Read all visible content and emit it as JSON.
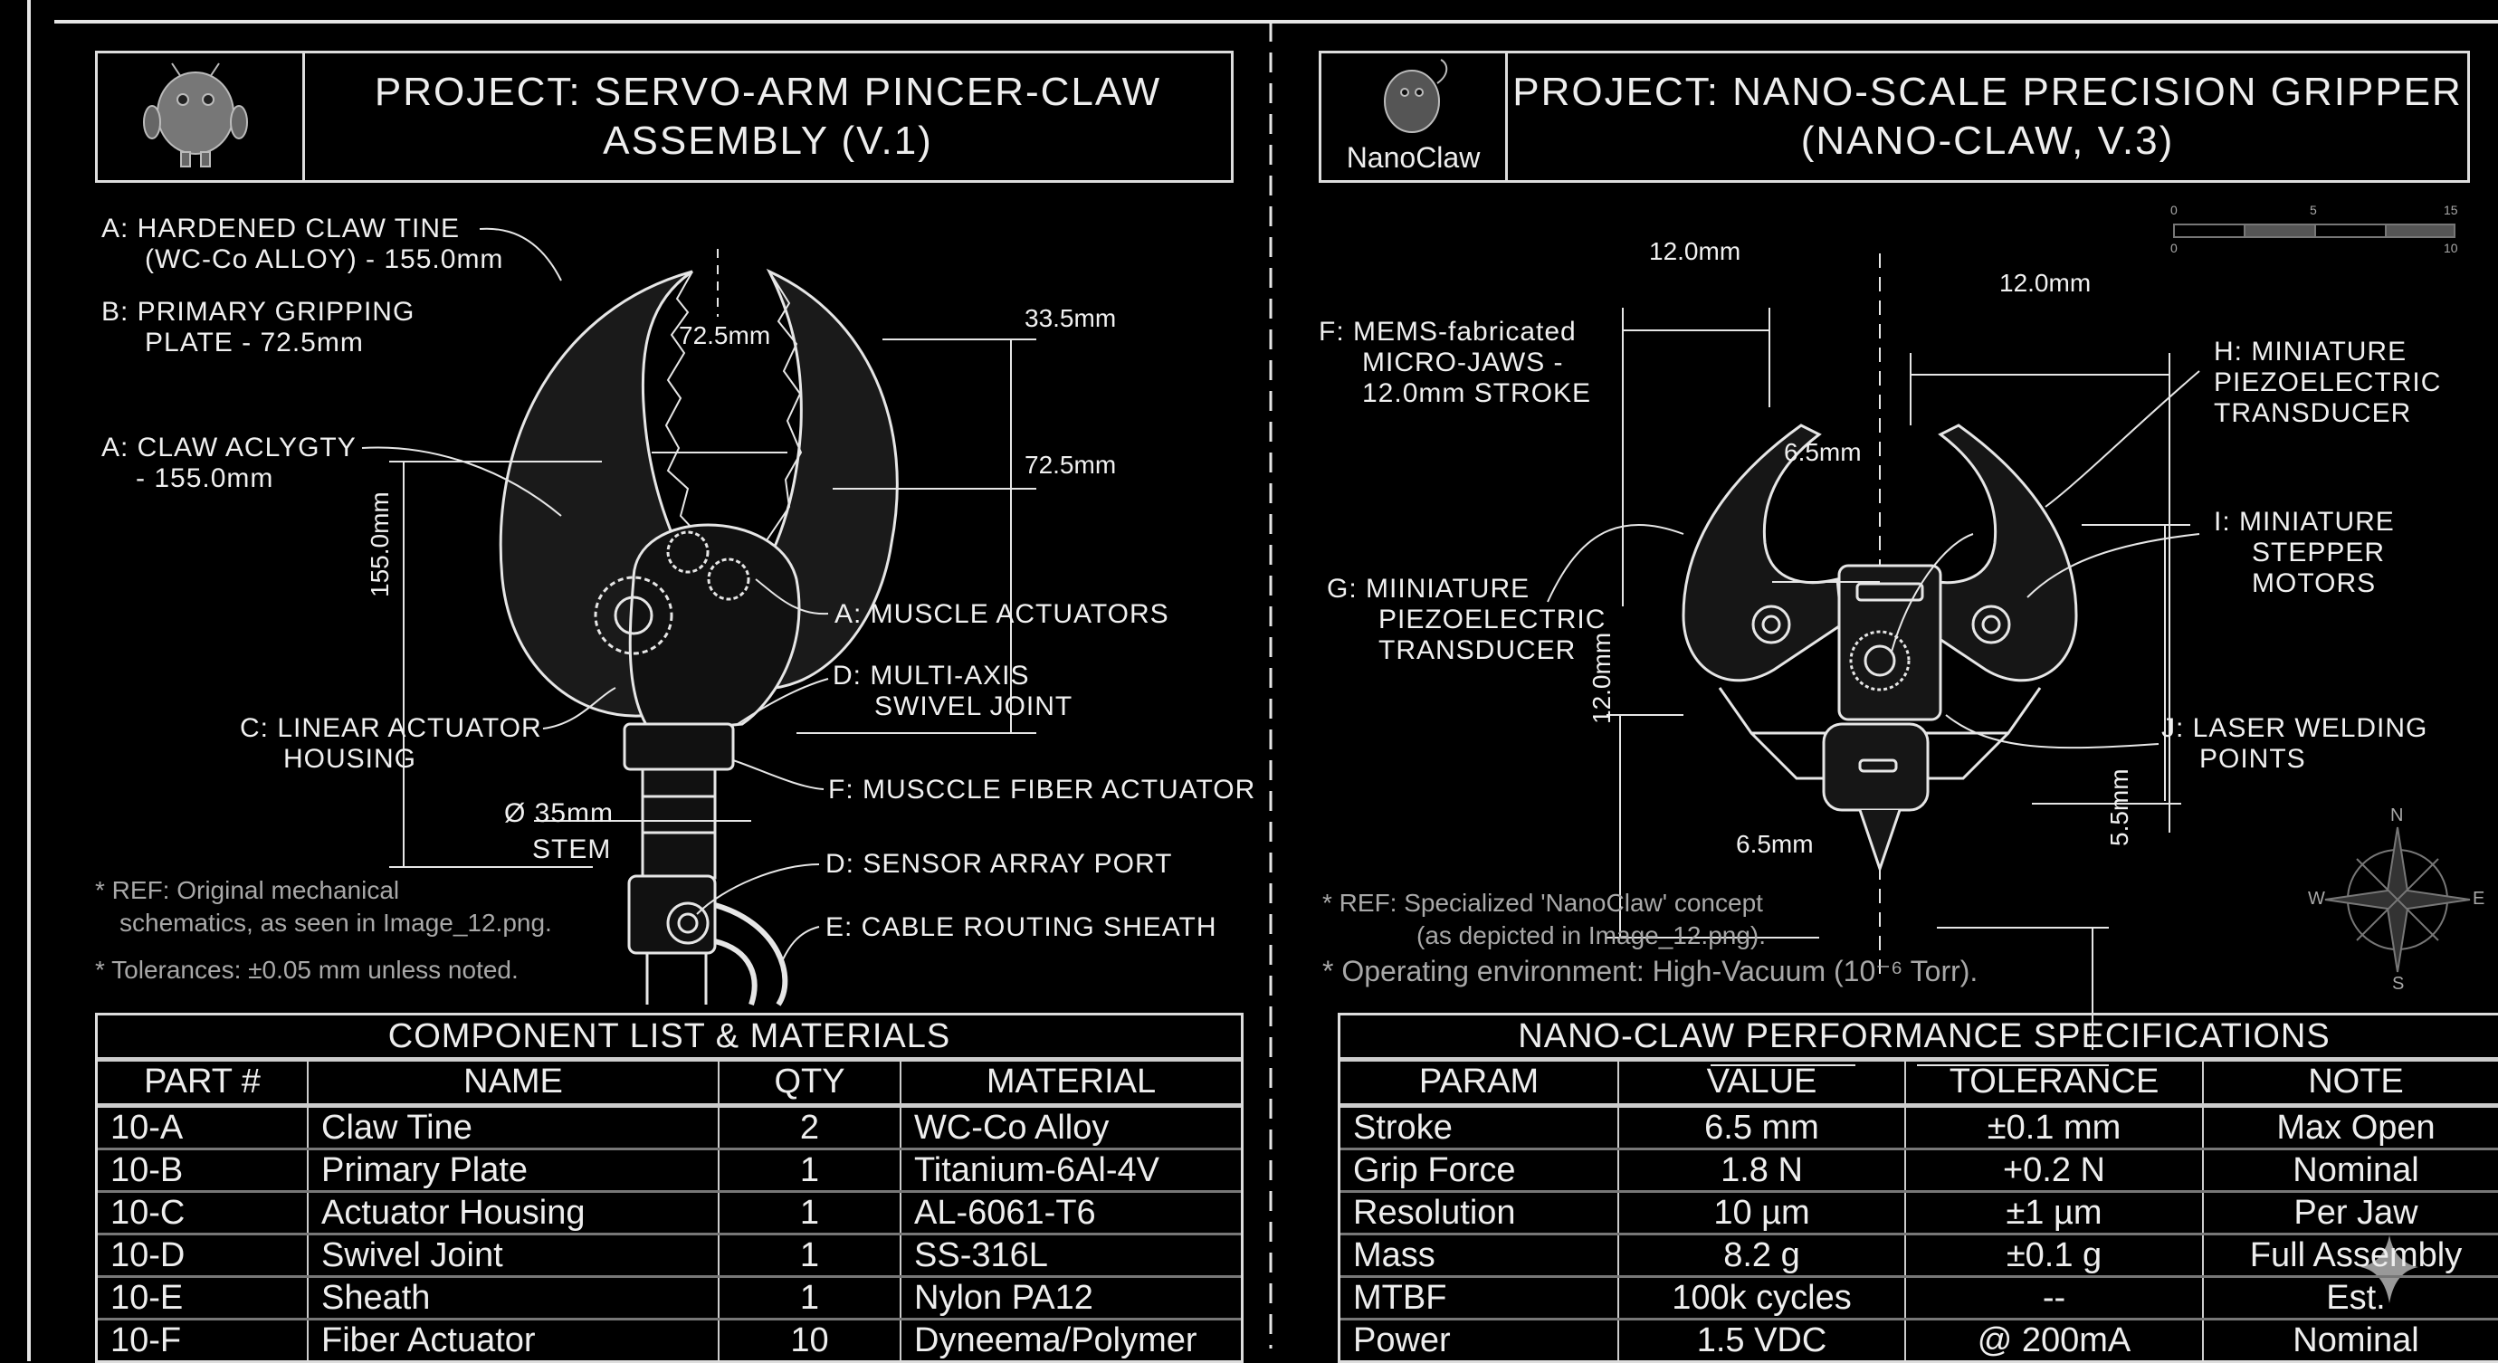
{
  "left_panel": {
    "title_line1": "PROJECT: SERVO-ARM PINCER-CLAW",
    "title_line2": "ASSEMBLY (V.1)",
    "labels": {
      "a_tine_1": "A: HARDENED CLAW TINE",
      "a_tine_2": "(WC-Co ALLOY) - 155.0mm",
      "b_plate_1": "B: PRIMARY GRIPPING",
      "b_plate_2": "PLATE - 72.5mm",
      "a_claw_1": "A: CLAW ACLYGTY",
      "a_claw_2": "- 155.0mm",
      "muscle": "A: MUSCLE ACTUATORS",
      "swivel_1": "D: MULTI-AXIS",
      "swivel_2": "SWIVEL JOINT",
      "linear_1": "C: LINEAR ACTUATOR",
      "linear_2": "HOUSING",
      "fiber": "F: MUSCCLE FIBER ACTUATOR",
      "stem_1": "Ø 35mm",
      "stem_2": "STEM",
      "sensor": "D: SENSOR ARRAY PORT",
      "cable": "E: CABLE ROUTING SHEATH"
    },
    "dimensions": {
      "gap": "72.5mm",
      "upper": "33.5mm",
      "lower": "72.5mm",
      "height": "155.0mm"
    },
    "notes": {
      "ref_1": "* REF: Original mechanical",
      "ref_2": "schematics, as seen in Image_12.png.",
      "tol": "* Tolerances: ±0.05 mm unless noted."
    },
    "table": {
      "title": "COMPONENT LIST & MATERIALS",
      "headers": [
        "PART #",
        "NAME",
        "QTY",
        "MATERIAL"
      ],
      "rows": [
        [
          "10-A",
          "Claw Tine",
          "2",
          "WC-Co Alloy"
        ],
        [
          "10-B",
          "Primary Plate",
          "1",
          "Titanium-6Al-4V"
        ],
        [
          "10-C",
          "Actuator Housing",
          "1",
          "AL-6061-T6"
        ],
        [
          "10-D",
          "Swivel Joint",
          "1",
          "SS-316L"
        ],
        [
          "10-E",
          "Sheath",
          "1",
          "Nylon PA12"
        ],
        [
          "10-F",
          "Fiber Actuator",
          "10",
          "Dyneema/Polymer"
        ]
      ]
    }
  },
  "right_panel": {
    "logo_text": "NanoClaw",
    "title_line1": "PROJECT: NANO-SCALE PRECISION GRIPPER",
    "title_line2": "(NANO-CLAW, V.3)",
    "labels": {
      "f_1": "F: MEMS-fabricated",
      "f_2": "MICRO-JAWS -",
      "f_3": "12.0mm STROKE",
      "h_1": "H: MINIATURE",
      "h_2": "PIEZOELECTRIC",
      "h_3": "TRANSDUCER",
      "i_1": "I: MINIATURE",
      "i_2": "STEPPER",
      "i_3": "MOTORS",
      "g_1": "G: MIINIATURE",
      "g_2": "PIEZOELECTRIC",
      "g_3": "TRANSDUCER",
      "j_1": "J: LASER WELDING",
      "j_2": "POINTS"
    },
    "dimensions": {
      "top_left": "12.0mm",
      "top_right": "12.0mm",
      "jaw_gap": "6.5mm",
      "body_height": "12.0mm",
      "tip_height": "5.5mm",
      "tip_width": "6.5mm"
    },
    "scale_bar": {
      "top": [
        "0",
        "5",
        "15"
      ],
      "bottom": [
        "0",
        "10"
      ]
    },
    "compass": {
      "n": "N",
      "s": "S",
      "e": "E",
      "w": "W"
    },
    "notes": {
      "ref_1": "* REF: Specialized 'NanoClaw' concept",
      "ref_2": "(as depicted in Image_12.png).",
      "env": "* Operating environment: High-Vacuum (10⁻⁶ Torr)."
    },
    "table": {
      "title": "NANO-CLAW PERFORMANCE SPECIFICATIONS",
      "headers": [
        "PARAM",
        "VALUE",
        "TOLERANCE",
        "NOTE"
      ],
      "rows": [
        [
          "Stroke",
          "6.5 mm",
          "±0.1 mm",
          "Max Open"
        ],
        [
          "Grip Force",
          "1.8 N",
          "+0.2 N",
          "Nominal"
        ],
        [
          "Resolution",
          "10 µm",
          "±1 µm",
          "Per Jaw"
        ],
        [
          "Mass",
          "8.2 g",
          "±0.1 g",
          "Full Assembly"
        ],
        [
          "MTBF",
          "100k cycles",
          "--",
          "Est."
        ],
        [
          "Power",
          "1.5 VDC",
          "@ 200mA",
          "Nominal"
        ]
      ]
    }
  },
  "colors": {
    "background": "#000000",
    "line": "#e8e8e8",
    "note": "#a8a8a8"
  }
}
